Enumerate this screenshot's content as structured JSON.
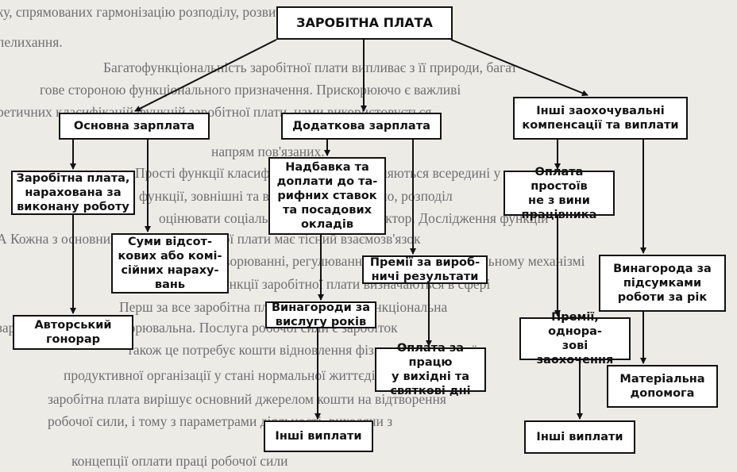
{
  "background_text": [
    "ху, спрямованих гармонізацію розподілу, розвиток малого престижно",
    "пелихання.",
    "Багатофункціональність заробітної плати випливає з її природи, багат",
    "гове стороною функціонального призначення. Прискорюючо є важливі",
    "ретичних класифікацій функцій заробітної плати, нами використовується",
    "напрям пов'язаних.",
    "Прості функції класифікацій умовно поділяються всередині у на",
    "функції, зовнішні та внутрішні. Правильно, розподіл",
    "оцінювати соціально-економічного фактор. Дослідження функцій",
    "А Кожна з основних функцій заробітної плати має тісний взаємозв'язок",
    "перетворюванні, регулюванні процесу на оптимальному механізмі",
    "Функції заробітної плати визначаються в сфері",
    "Перш за все заробітна плата є найбільш функціональна",
    "заробітної плати відтворювальна. Послуга робочої сили є заробіток",
    "також це потребує кошти відновлення фізичної і розумової",
    "продуктивної організації у стані нормальної життєдіяльності",
    "заробітна плата вирішує основний джерелом кошти на відтворення",
    "робочої сили, і тому з параметрами діяльності, виходячи з",
    "концепції оплати праці робочої сили"
  ],
  "diagram": {
    "root": "ЗАРОБІТНА ПЛАТА",
    "columns": [
      {
        "header": "Основна зарплата",
        "items": [
          "Заробітна плата,\nнарахована за\nвиконану роботу",
          "Суми відсот-\nкових або комі-\nсійних нараху-\nвань",
          "Авторський\nгонорар"
        ]
      },
      {
        "header": "Додаткова зарплата",
        "items": [
          "Надбавка та\nдоплати до та-\nрифних ставок\nта посадових\nокладів",
          "Премії за вироб-\nничі результати",
          "Винагороди за\nвислугу років",
          "Оплата за працю\nу вихідні та\nсвяткові дні",
          "Інші виплати"
        ]
      },
      {
        "header": "Інші заохочувальні\nкомпенсації та виплати",
        "items": [
          "Оплата простоїв\nне з вини\nпрацівника",
          "Винагорода за\nпідсумками\nроботи за рік",
          "Премії, однора-\nзові заохочення",
          "Матеріальна\nдопомога",
          "Інші виплати"
        ]
      }
    ]
  },
  "colors": {
    "page": "#ecebe6",
    "box_fill": "#ffffff",
    "line": "#111111",
    "background_text": "#6f6f6f"
  }
}
